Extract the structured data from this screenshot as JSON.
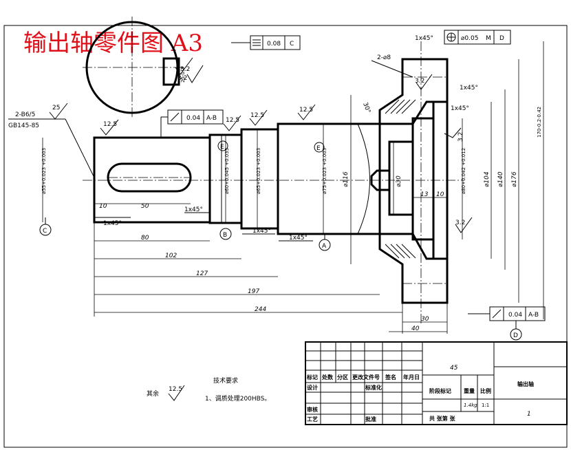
{
  "title": "输出轴零件图 A3",
  "tolerances": {
    "symmetry_value": "0.08",
    "symmetry_datum": "C",
    "position_value": "⌀0.05",
    "position_modifier": "M",
    "position_datum": "D",
    "runout_left_value": "0.04",
    "runout_left_datum": "A-B",
    "runout_right_value": "0.04",
    "runout_right_datum": "A-B"
  },
  "datums": [
    "A",
    "B",
    "C",
    "D",
    "E",
    "E"
  ],
  "roughness": {
    "keyway_top": "3.2",
    "keyway_side": "3.2",
    "gear_top": "3.2",
    "gear_side": "3.2",
    "gear_bottom": "3.2",
    "r1": "25",
    "r2": "12.5",
    "r3": "12.5",
    "r4": "12.5",
    "r5": "12.5",
    "rest_label": "其余",
    "rest_value": "12.5"
  },
  "labels": {
    "spline_code": "2-B6/5",
    "spline_std": "GB145-85",
    "holes": "2-⌀8",
    "angle": "30°",
    "chamfer": "1x45°",
    "keyway_depth": "25-0.2"
  },
  "diameters": {
    "d55": "⌀55+0.023\n+0.003",
    "d60": "⌀60+0.045\n+0.035",
    "d65": "⌀65+0.023\n+0.003",
    "d75": "⌀75+0.023\n+0.003",
    "d116": "⌀116",
    "d30": "⌀30",
    "d80": "⌀80+0.042\n+0.012",
    "d104": "⌀104",
    "d140": "⌀140",
    "d176": "⌀176",
    "d170": "170-0.2-0.42"
  },
  "dimensions": {
    "d10": "10",
    "d50": "50",
    "d80": "80",
    "d102": "102",
    "d127": "127",
    "d197": "197",
    "d244": "244",
    "d13": "13",
    "d10b": "10",
    "d30": "30",
    "d40": "40"
  },
  "notes": {
    "heading": "技术要求",
    "item1": "1、调质处理200HBS。"
  },
  "title_block": {
    "material": "45",
    "part_name": "输出轴",
    "sheet": "1",
    "headers": [
      "标记",
      "处数",
      "分区",
      "更改文件号",
      "签名",
      "年月日"
    ],
    "designer": "设计",
    "standardize": "标准化",
    "stage_mark": "阶段标记",
    "weight": "重量",
    "scale": "比例",
    "weight_val": "1.4kg",
    "scale_val": "1:1",
    "reviewer": "审核",
    "process": "工艺",
    "approve": "批准",
    "sheets_info": "共 张第 张"
  }
}
